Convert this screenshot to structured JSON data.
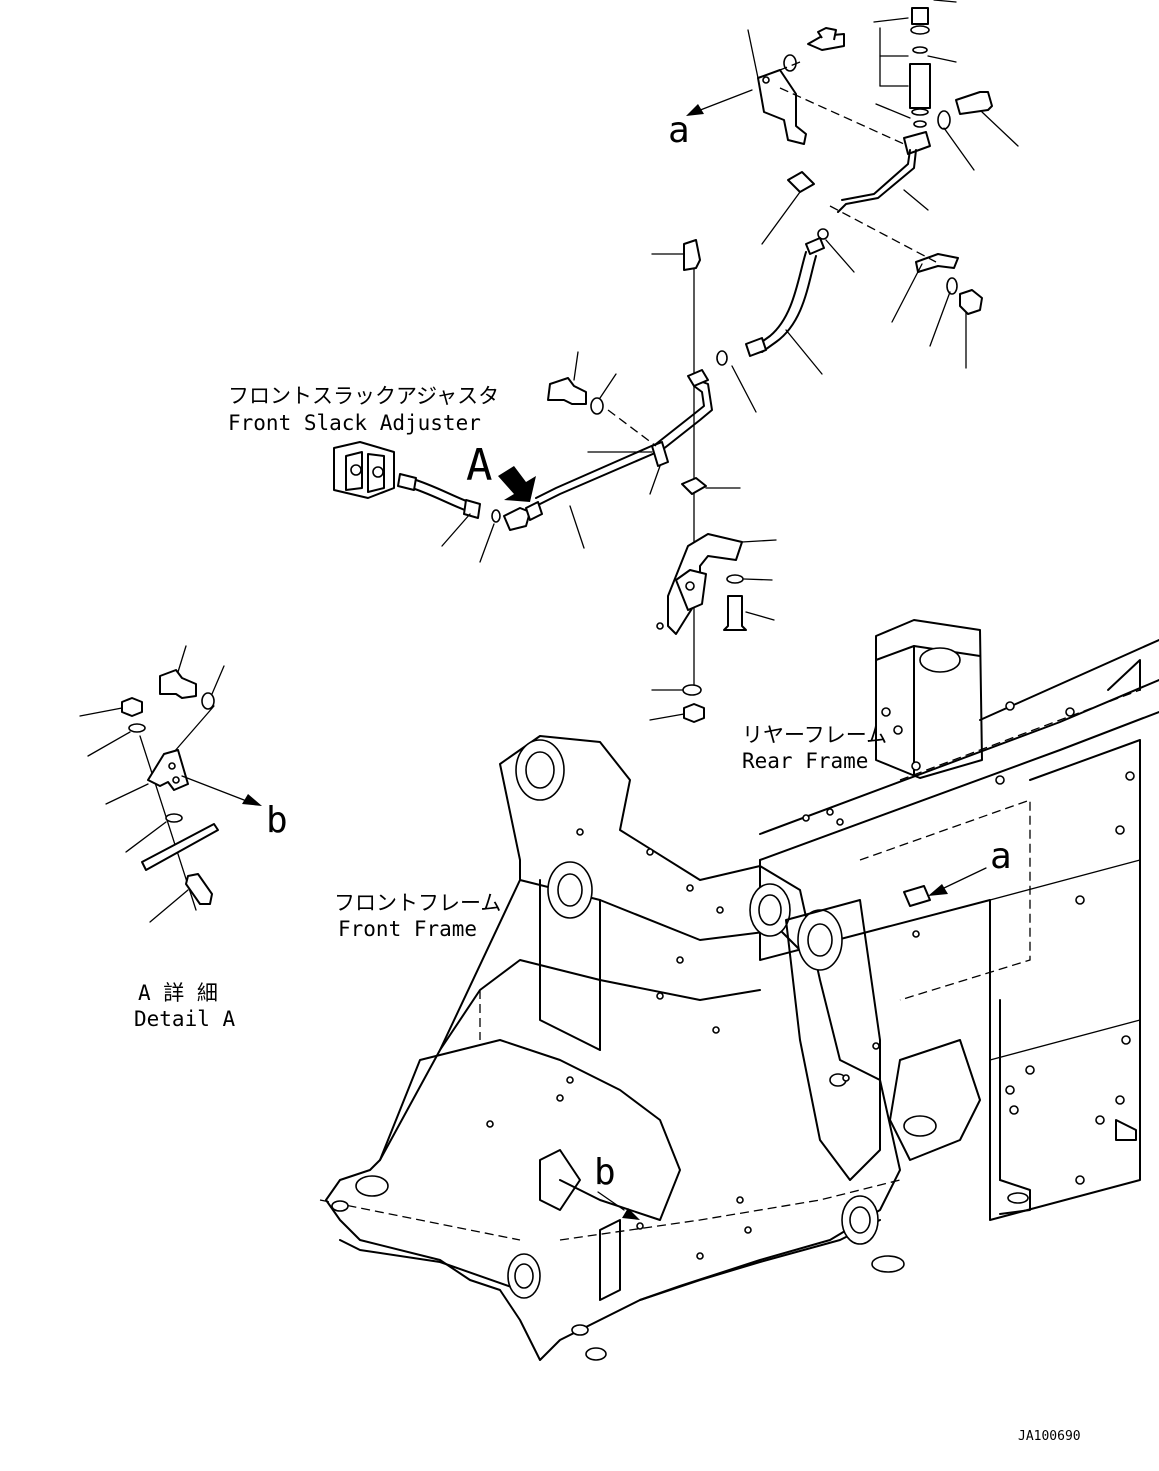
{
  "labels": {
    "slack_adjuster_jp": "フロントスラックアジャスタ",
    "slack_adjuster_en": "Front Slack Adjuster",
    "rear_frame_jp": "リヤーフレーム",
    "rear_frame_en": "Rear Frame",
    "front_frame_jp": "フロントフレーム",
    "front_frame_en": "Front Frame",
    "detail_jp": "A 詳 細",
    "detail_en": "Detail A",
    "view_marker": "A",
    "ref_a": "a",
    "ref_b": "b",
    "drawing_code": "JA100690"
  }
}
